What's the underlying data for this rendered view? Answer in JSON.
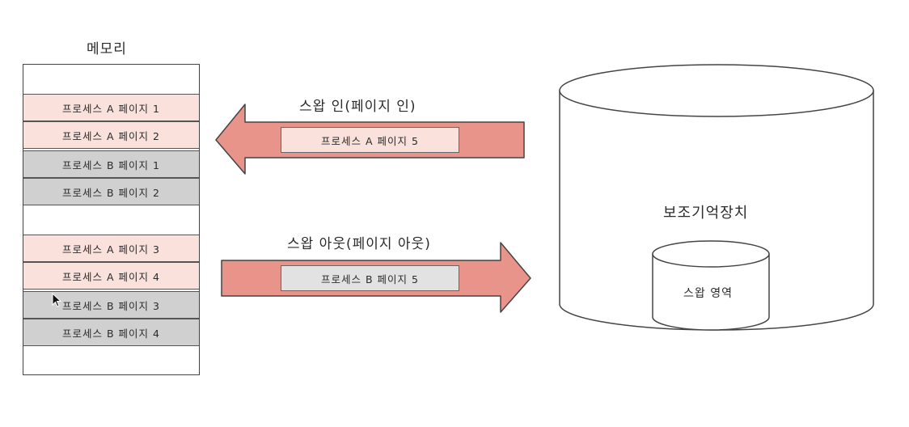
{
  "memory": {
    "title": "메모리",
    "rows": [
      {
        "label": "프로세스 A 페이지 1",
        "owner": "A"
      },
      {
        "label": "프로세스 A 페이지 2",
        "owner": "A"
      },
      {
        "label": "프로세스 B 페이지 1",
        "owner": "B"
      },
      {
        "label": "프로세스 B 페이지 2",
        "owner": "B"
      },
      {
        "label": "프로세스 A 페이지 3",
        "owner": "A"
      },
      {
        "label": "프로세스 A 페이지 4",
        "owner": "A"
      },
      {
        "label": "프로세스 B 페이지 3",
        "owner": "B"
      },
      {
        "label": "프로세스 B 페이지 4",
        "owner": "B"
      }
    ]
  },
  "swap_in": {
    "title": "스왑 인(페이지 인)",
    "page_label": "프로세스 A 페이지 5"
  },
  "swap_out": {
    "title": "스왑 아웃(페이지 아웃)",
    "page_label": "프로세스 B 페이지 5"
  },
  "storage": {
    "title": "보조기억장치",
    "swap_area_label": "스왑 영역"
  },
  "colors": {
    "process_a": "#fae1dc",
    "process_b": "#d0d0d0",
    "arrow": "#e8948a",
    "outline": "#444444"
  }
}
